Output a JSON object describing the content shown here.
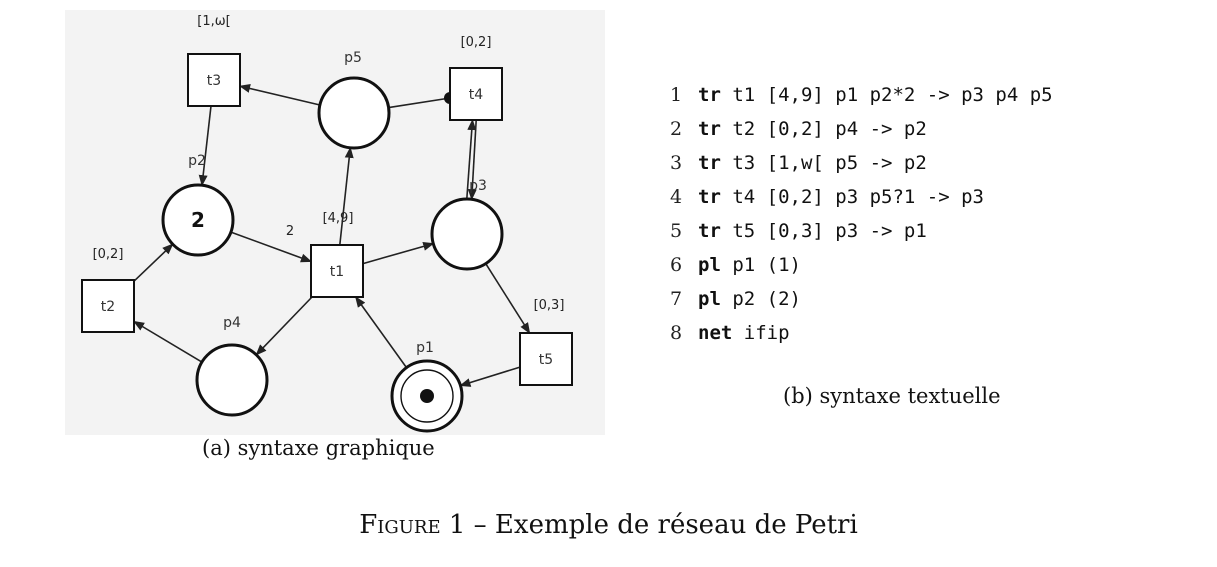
{
  "diagram": {
    "places": [
      {
        "id": "p1",
        "label": "p1",
        "tokens": "dot"
      },
      {
        "id": "p2",
        "label": "p2",
        "tokens": "2"
      },
      {
        "id": "p3",
        "label": "p3",
        "tokens": ""
      },
      {
        "id": "p4",
        "label": "p4",
        "tokens": ""
      },
      {
        "id": "p5",
        "label": "p5",
        "tokens": ""
      }
    ],
    "transitions": [
      {
        "id": "t1",
        "label": "t1",
        "interval": "[4,9]"
      },
      {
        "id": "t2",
        "label": "t2",
        "interval": "[0,2]"
      },
      {
        "id": "t3",
        "label": "t3",
        "interval": "[1,ω["
      },
      {
        "id": "t4",
        "label": "t4",
        "interval": "[0,2]"
      },
      {
        "id": "t5",
        "label": "t5",
        "interval": "[0,3]"
      }
    ],
    "arcs": [
      {
        "from": "p1",
        "to": "t1",
        "type": "normal"
      },
      {
        "from": "p2",
        "to": "t1",
        "type": "normal",
        "weight": "2"
      },
      {
        "from": "t1",
        "to": "p3",
        "type": "normal"
      },
      {
        "from": "t1",
        "to": "p4",
        "type": "normal"
      },
      {
        "from": "t1",
        "to": "p5",
        "type": "normal"
      },
      {
        "from": "p4",
        "to": "t2",
        "type": "normal"
      },
      {
        "from": "t2",
        "to": "p2",
        "type": "normal"
      },
      {
        "from": "p5",
        "to": "t3",
        "type": "normal"
      },
      {
        "from": "t3",
        "to": "p2",
        "type": "normal"
      },
      {
        "from": "p3",
        "to": "t4",
        "type": "normal"
      },
      {
        "from": "t4",
        "to": "p3",
        "type": "normal"
      },
      {
        "from": "p5",
        "to": "t4",
        "type": "read"
      },
      {
        "from": "p3",
        "to": "t5",
        "type": "normal"
      },
      {
        "from": "t5",
        "to": "p1",
        "type": "normal"
      }
    ]
  },
  "code": {
    "lines": [
      {
        "num": "1",
        "kw": "tr",
        "rest": " t1 [4,9] p1 p2*2 -> p3 p4 p5"
      },
      {
        "num": "2",
        "kw": "tr",
        "rest": " t2 [0,2] p4 -> p2"
      },
      {
        "num": "3",
        "kw": "tr",
        "rest": " t3 [1,w[ p5 -> p2"
      },
      {
        "num": "4",
        "kw": "tr",
        "rest": " t4 [0,2] p3 p5?1 -> p3"
      },
      {
        "num": "5",
        "kw": "tr",
        "rest": " t5 [0,3] p3 -> p1"
      },
      {
        "num": "6",
        "kw": "pl",
        "rest": " p1 (1)"
      },
      {
        "num": "7",
        "kw": "pl",
        "rest": " p2 (2)"
      },
      {
        "num": "8",
        "kw": "net",
        "rest": " ifip"
      }
    ]
  },
  "captions": {
    "a": "(a) syntaxe graphique",
    "b": "(b) syntaxe textuelle",
    "figure_label": "Figure 1",
    "figure_text": " – Exemple de réseau de Petri"
  }
}
